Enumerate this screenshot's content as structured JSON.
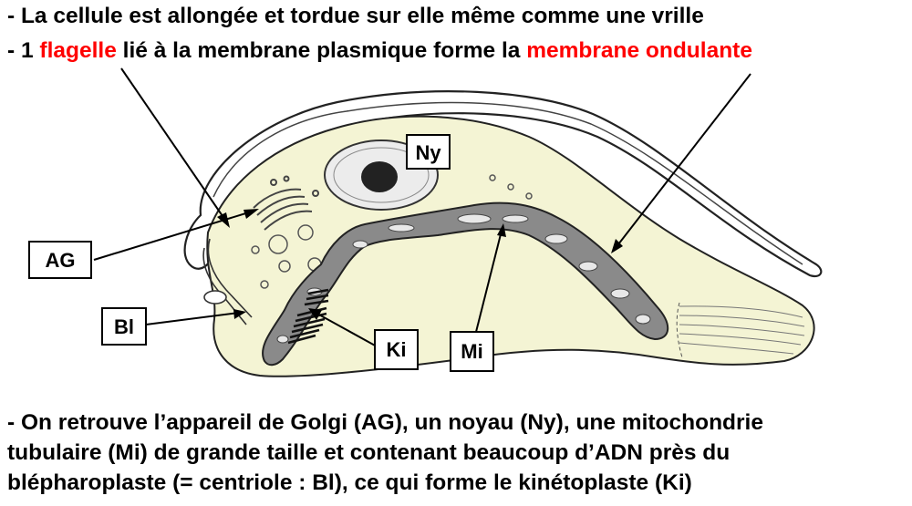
{
  "header": {
    "line1": "- La cellule est allongée et tordue sur elle même comme une vrille",
    "line2_prefix": "- 1 ",
    "line2_flagelle": "flagelle",
    "line2_mid": " lié à la membrane plasmique forme la ",
    "line2_membrane": "membrane ondulante"
  },
  "labels": {
    "ny": "Ny",
    "ag": "AG",
    "bl": "Bl",
    "ki": "Ki",
    "mi": "Mi"
  },
  "footer": {
    "line1": "- On retrouve l’appareil de Golgi (AG), un noyau (Ny), une mitochondrie",
    "line2": "tubulaire (Mi) de grande taille et contenant beaucoup d’ADN près du",
    "line3": "blépharoplaste (= centriole : Bl), ce qui forme le kinétoplaste (Ki)"
  },
  "colors": {
    "highlight": "#ff0000",
    "cell_fill": "#f4f4d4",
    "mito_fill": "#8a8a8a"
  }
}
